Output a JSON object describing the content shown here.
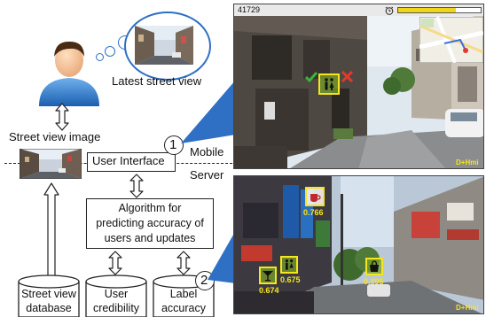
{
  "labels": {
    "latest_street_view": "Latest street view",
    "street_view_image": "Street view image",
    "user_interface": "User Interface",
    "mobile": "Mobile",
    "server": "Server",
    "algorithm": [
      "Algorithm for",
      "predicting accuracy of",
      "users and updates"
    ],
    "step1": "1",
    "step2": "2",
    "db_street": [
      "Street view",
      "database"
    ],
    "db_user": [
      "User",
      "credibility"
    ],
    "db_label": [
      "Label",
      "accuracy"
    ]
  },
  "screenshot1": {
    "score": "41729",
    "progress_fraction": 0.7,
    "watermark": "D+Hmi",
    "check_icon": "check-icon",
    "cross_icon": "cross-icon"
  },
  "screenshot2": {
    "scores": [
      "0.766",
      "0.675",
      "0.674",
      "0.895"
    ],
    "watermark": "D+Hmi"
  },
  "colors": {
    "accent_blue": "#2f6fc4",
    "label_yellow": "#f6e51d",
    "progress_yellow": "#f2d41a",
    "check_green": "#3cb33c",
    "cross_red": "#e03a2e"
  }
}
